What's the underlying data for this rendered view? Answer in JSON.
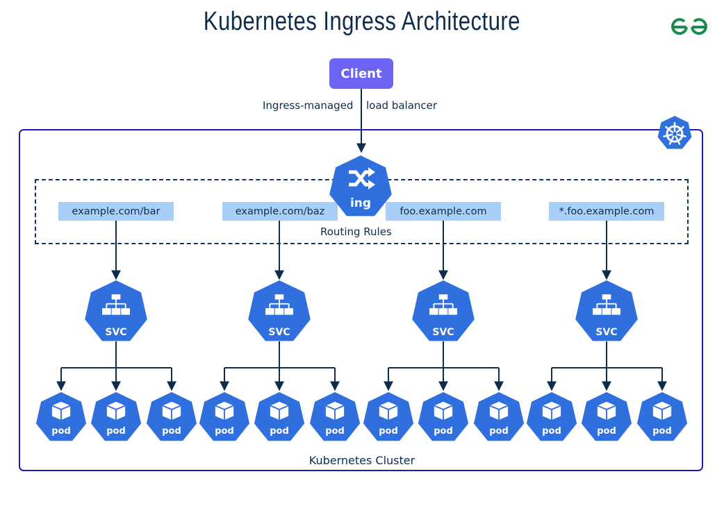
{
  "title": "Kubernetes Ingress Architecture",
  "logo": {
    "name": "GeeksforGeeks logo",
    "color": "#1a8a4f"
  },
  "client": {
    "label": "Client",
    "color": "#6c64f2"
  },
  "load_balancer_label": {
    "left": "Ingress-managed",
    "right": "load balancer"
  },
  "cluster": {
    "label": "Kubernetes Cluster",
    "border_color": "#1c1ca6",
    "icon": "kubernetes-wheel-icon"
  },
  "ingress": {
    "label": "ing",
    "icon": "shuffle-icon",
    "color": "#2f6fde"
  },
  "routing": {
    "label": "Routing Rules",
    "rules": [
      "example.com/bar",
      "example.com/baz",
      "foo.example.com",
      "*.foo.example.com"
    ],
    "rule_color": "#a8cffa"
  },
  "services": [
    {
      "label": "SVC",
      "rule": "example.com/bar",
      "pods": [
        "pod",
        "pod",
        "pod"
      ]
    },
    {
      "label": "SVC",
      "rule": "example.com/baz",
      "pods": [
        "pod",
        "pod",
        "pod"
      ]
    },
    {
      "label": "SVC",
      "rule": "foo.example.com",
      "pods": [
        "pod",
        "pod",
        "pod"
      ]
    },
    {
      "label": "SVC",
      "rule": "*.foo.example.com",
      "pods": [
        "pod",
        "pod",
        "pod"
      ]
    }
  ],
  "colors": {
    "node": "#2f6fde",
    "text": "#0f2d4a",
    "arrow": "#0f2d4a"
  }
}
